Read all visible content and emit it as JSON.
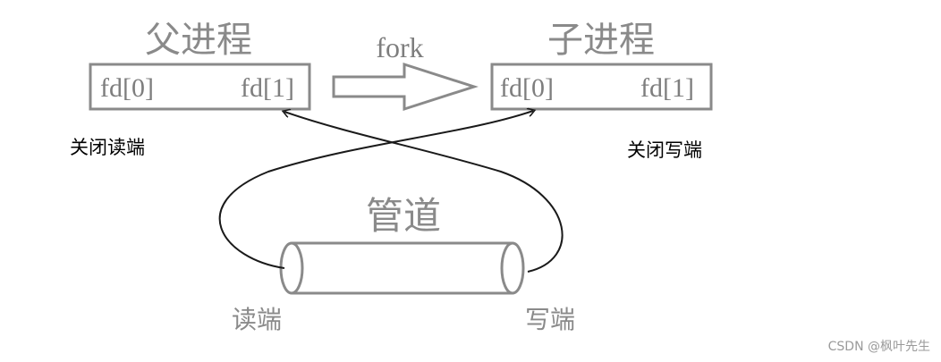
{
  "parent": {
    "title": "父进程",
    "fd_read": "fd[0]",
    "fd_write": "fd[1]",
    "note": "关闭读端"
  },
  "child": {
    "title": "子进程",
    "fd_read": "fd[0]",
    "fd_write": "fd[1]",
    "note": "关闭写端"
  },
  "fork_label": "fork",
  "pipe": {
    "title": "管道",
    "read_end": "读端",
    "write_end": "写端"
  },
  "watermark": "CSDN @枫叶先生",
  "colors": {
    "stroke": "#8a8a8a",
    "text": "#7e7e7e",
    "note": "#000000"
  }
}
